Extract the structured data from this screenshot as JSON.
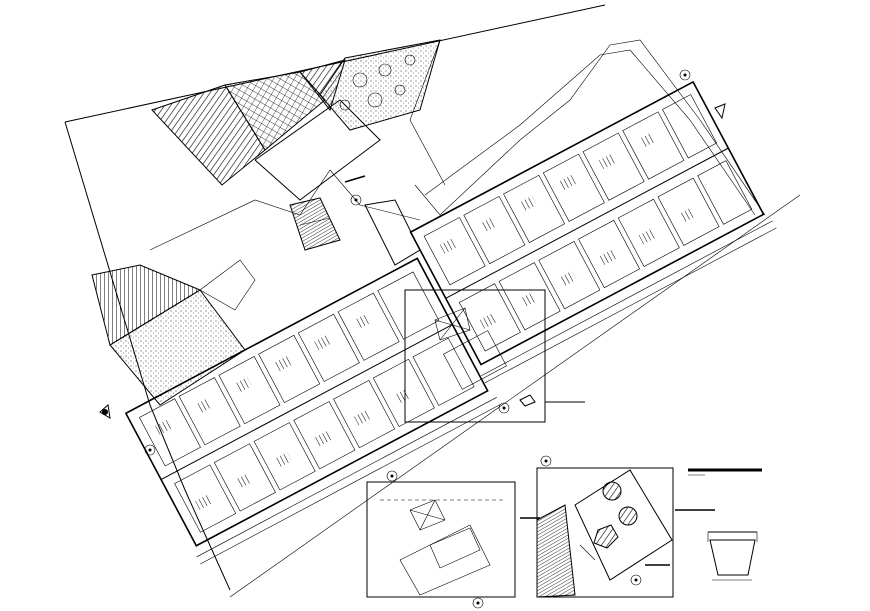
{
  "drawing": {
    "kind": "architectural site plan",
    "line_color": "#000000",
    "background": "#ffffff",
    "hatch_color": "#000000",
    "room_label_count_left_block": 14,
    "room_label_count_right_block": 14,
    "detail_views": [
      "detail-view-1",
      "detail-view-2",
      "section-detail"
    ]
  }
}
